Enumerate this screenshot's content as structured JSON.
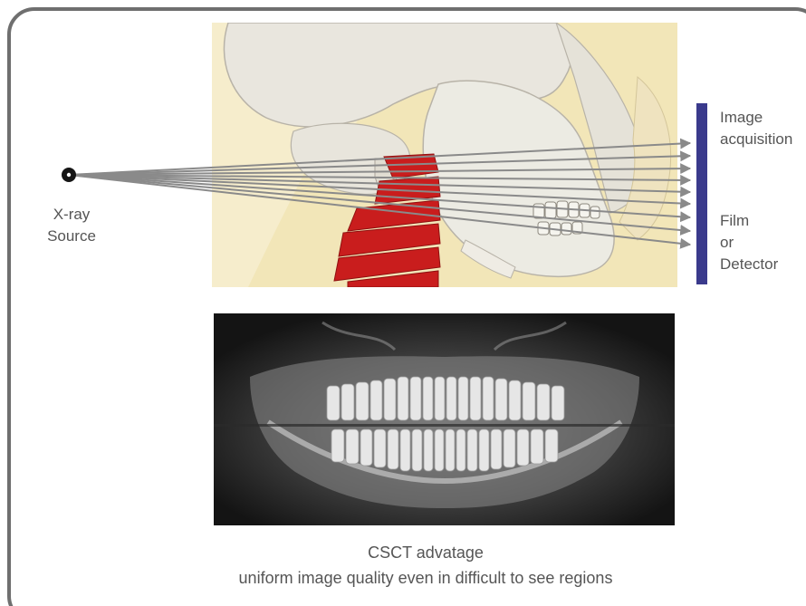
{
  "source": {
    "line1": "X-ray",
    "line2": "Source"
  },
  "detector": {
    "line1": "Image",
    "line2": "acquisition"
  },
  "film": {
    "line1": "Film",
    "line2": "or",
    "line3": "Detector"
  },
  "caption": {
    "title": "CSCT advatage",
    "subtitle": "uniform image quality even in difficult to see regions"
  },
  "colors": {
    "detector_bar": "#3a3a8c",
    "ray": "#8a8a8a",
    "skull_bg": "#f2e6b8",
    "spine": "#c91d1d"
  }
}
